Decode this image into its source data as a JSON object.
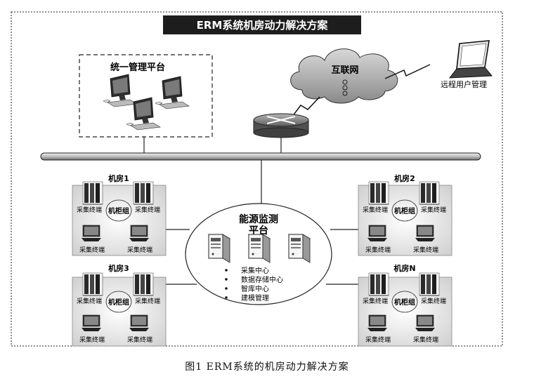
{
  "title": "ERM系统机房动力解决方案",
  "management": {
    "label": "统一管理平台"
  },
  "internet": {
    "label": "互联网"
  },
  "remote": {
    "label": "远程用户管理"
  },
  "platform": {
    "title_line1": "能源监测",
    "title_line2": "平台",
    "features": [
      "采集中心",
      "数据存储中心",
      "智库中心",
      "建模管理"
    ]
  },
  "rooms": [
    {
      "name": "机房1",
      "center": "机柜组",
      "terminals": [
        "采集终端",
        "采集终端",
        "采集终端",
        "采集终端"
      ]
    },
    {
      "name": "机房2",
      "center": "机柜组",
      "terminals": [
        "采集终端",
        "采集终端",
        "采集终端",
        "采集终端"
      ]
    },
    {
      "name": "机房3",
      "center": "机柜组",
      "terminals": [
        "采集终端",
        "采集终端",
        "采集终端",
        "采集终端"
      ]
    },
    {
      "name": "机房N",
      "center": "机柜组",
      "terminals": [
        "采集终端",
        "采集终端",
        "采集终端",
        "采集终端"
      ]
    }
  ],
  "caption": "图1  ERM系统的机房动力解决方案",
  "icons": {
    "cloud": "cloud-icon",
    "router": "router-icon",
    "laptop": "laptop-icon",
    "workstation": "workstation-icon",
    "server": "server-icon",
    "rack": "rack-icon"
  }
}
